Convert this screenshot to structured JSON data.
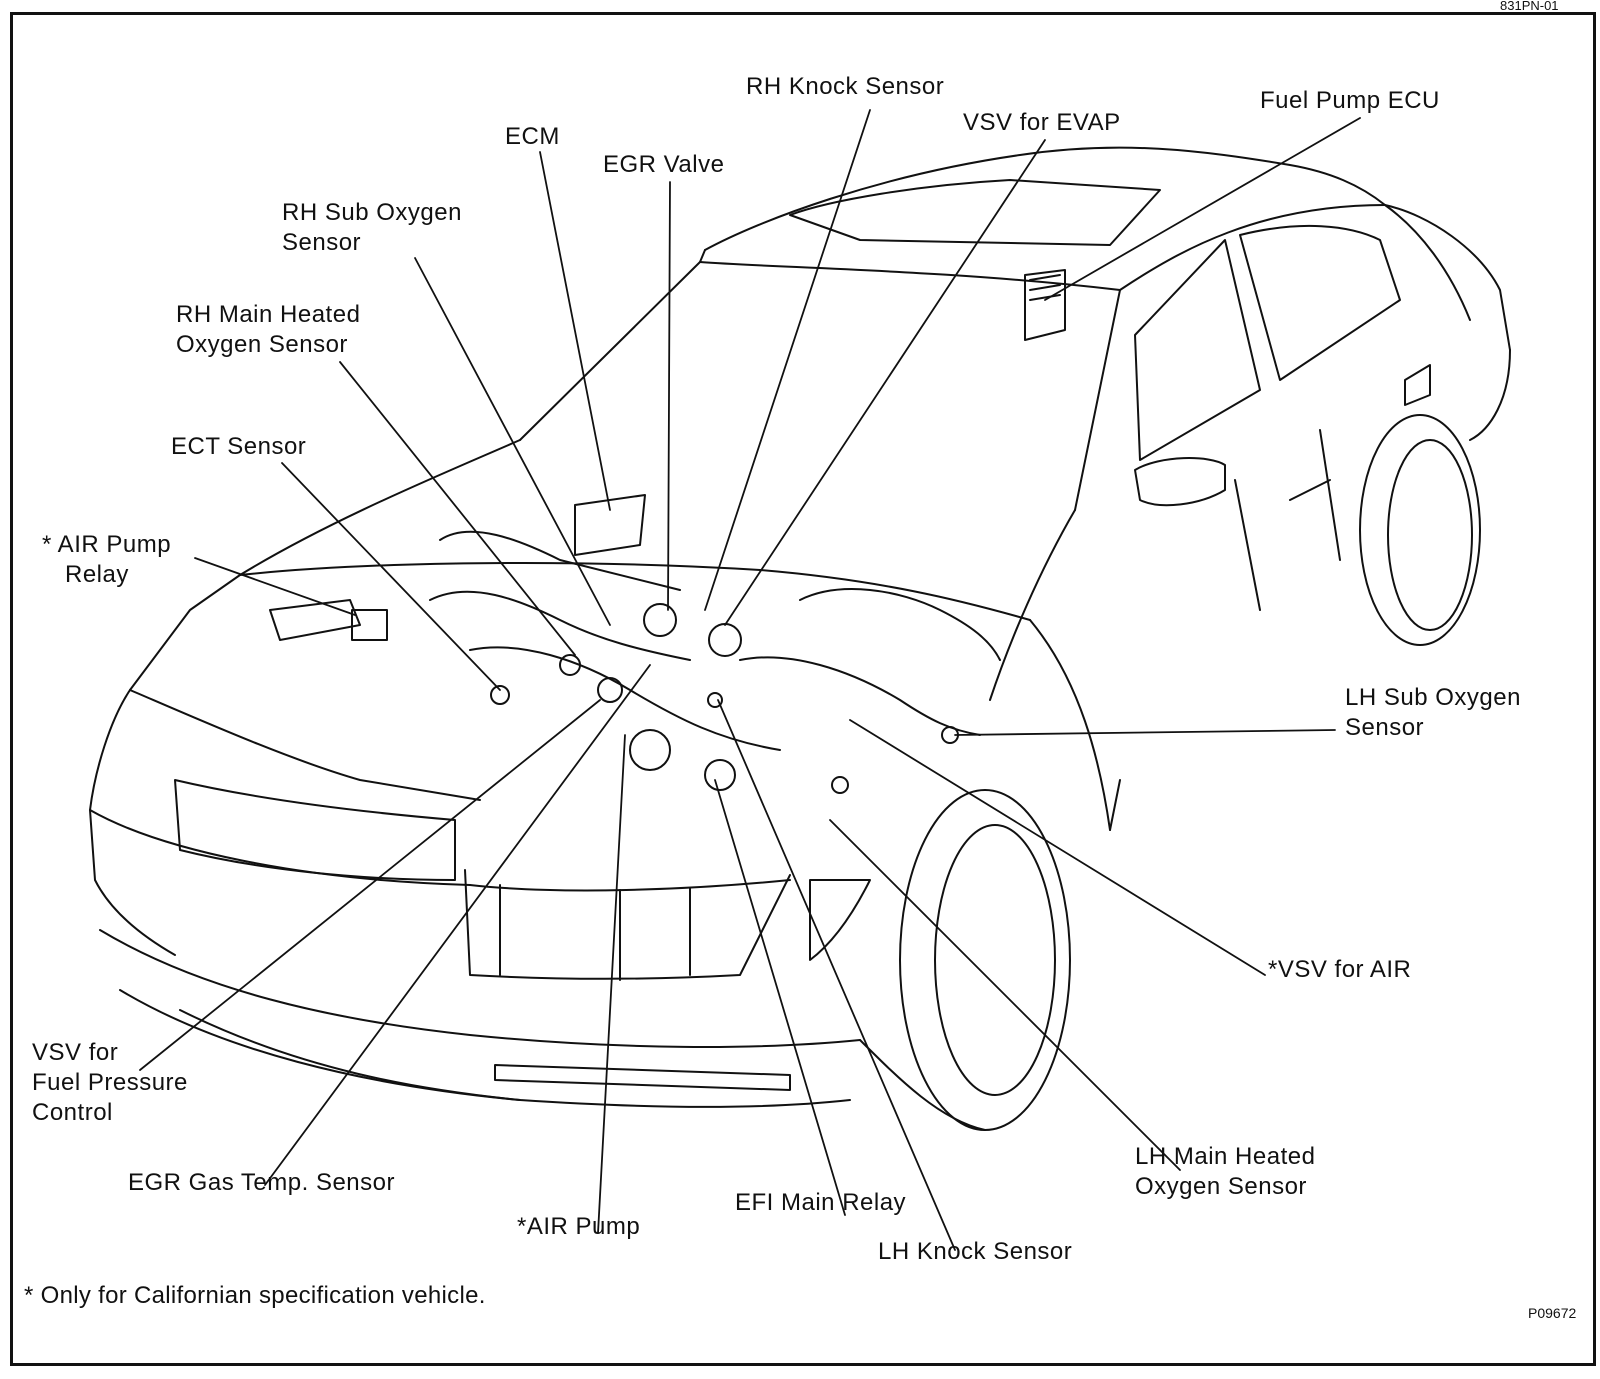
{
  "header_code": "831PN-01",
  "figure_id": "P09672",
  "footnote": "* Only for Californian specification vehicle.",
  "labels": {
    "rh_knock_sensor": "RH Knock Sensor",
    "fuel_pump_ecu": "Fuel Pump ECU",
    "vsv_for_evap": "VSV for EVAP",
    "ecm": "ECM",
    "egr_valve": "EGR Valve",
    "rh_sub_oxygen_sensor_1": "RH Sub Oxygen",
    "rh_sub_oxygen_sensor_2": "Sensor",
    "rh_main_heated_1": "RH Main Heated",
    "rh_main_heated_2": "Oxygen Sensor",
    "ect_sensor": "ECT Sensor",
    "air_pump_relay_1": "* AIR Pump",
    "air_pump_relay_2": "Relay",
    "lh_sub_oxygen_1": "LH Sub Oxygen",
    "lh_sub_oxygen_2": "Sensor",
    "vsv_for_air": "*VSV for AIR",
    "vsv_fuel_pressure_1": "VSV for",
    "vsv_fuel_pressure_2": "Fuel Pressure",
    "vsv_fuel_pressure_3": "Control",
    "lh_main_heated_1": "LH Main Heated",
    "lh_main_heated_2": "Oxygen Sensor",
    "egr_gas_temp_sensor": "EGR Gas Temp. Sensor",
    "efi_main_relay": "EFI Main Relay",
    "air_pump": "*AIR Pump",
    "lh_knock_sensor": "LH Knock Sensor"
  }
}
